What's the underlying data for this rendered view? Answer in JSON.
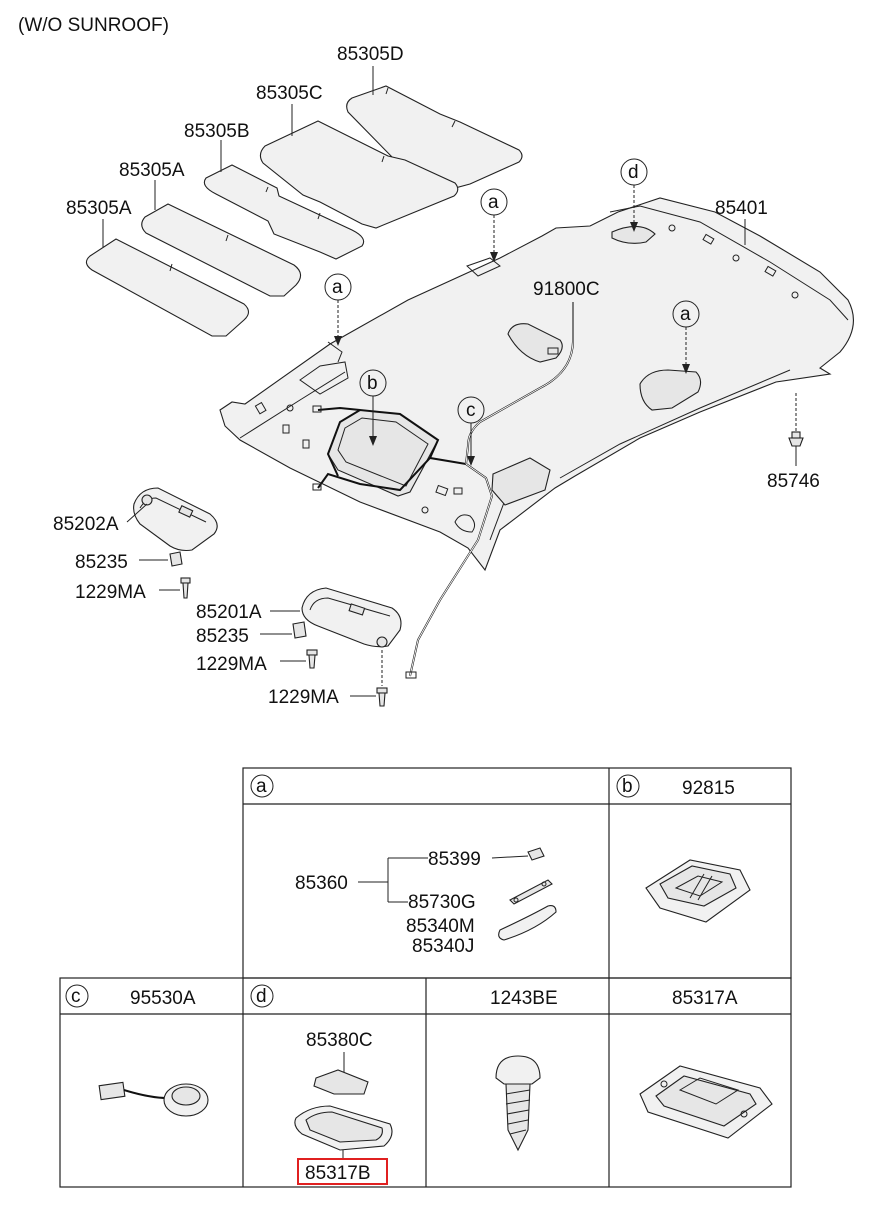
{
  "title": "(W/O SUNROOF)",
  "callouts": {
    "a": "a",
    "b": "b",
    "c": "c",
    "d": "d"
  },
  "parts": {
    "p85305D": "85305D",
    "p85305C": "85305C",
    "p85305B": "85305B",
    "p85305A_1": "85305A",
    "p85305A_2": "85305A",
    "p85401": "85401",
    "p91800C": "91800C",
    "p85746": "85746",
    "p85202A": "85202A",
    "p85235_1": "85235",
    "p1229MA_1": "1229MA",
    "p85201A": "85201A",
    "p85235_2": "85235",
    "p1229MA_2": "1229MA",
    "p1229MA_3": "1229MA"
  },
  "detail_table": {
    "cell_a": {
      "marker": "a",
      "group": "85360",
      "items": [
        "85399",
        "85730G",
        "85340M",
        "85340J"
      ]
    },
    "cell_b": {
      "marker": "b",
      "part": "92815"
    },
    "cell_c": {
      "marker": "c",
      "part": "95530A"
    },
    "cell_d": {
      "marker": "d",
      "top": "85380C",
      "bottom": "85317B",
      "highlight_color": "#e02020"
    },
    "cell_screw": {
      "part": "1243BE"
    },
    "cell_lamp": {
      "part": "85317A"
    }
  }
}
